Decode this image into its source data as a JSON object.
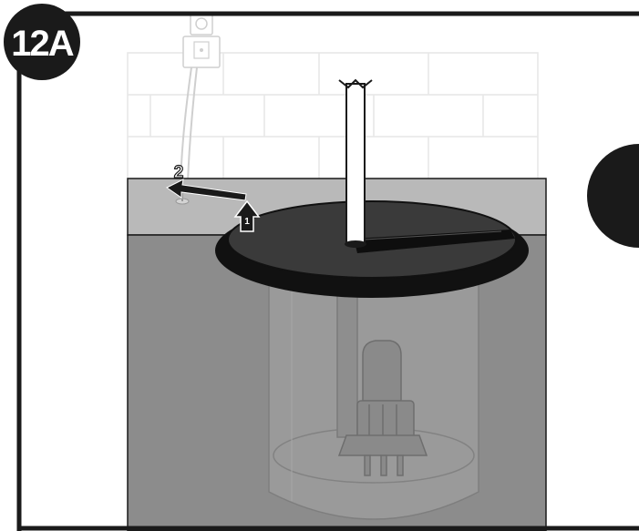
{
  "figure": {
    "step_label": "12A",
    "arrow_1_label": "1",
    "arrow_2_label": "2"
  },
  "colors": {
    "frame": "#1a1a1a",
    "floor": "#8c8c8c",
    "floor_edge": "#b9b9b9",
    "wall": "#ffffff",
    "brick_line": "#e6e6e6",
    "lid": "#3a3a3a",
    "lid_rim": "#111111",
    "pipe": "#ffffff",
    "basin": "#9a9a9a"
  },
  "icons": {
    "outlet": "power-outlet-icon",
    "pump": "sump-pump-icon",
    "arrow_up": "arrow-up-icon",
    "arrow_left": "arrow-left-icon"
  }
}
